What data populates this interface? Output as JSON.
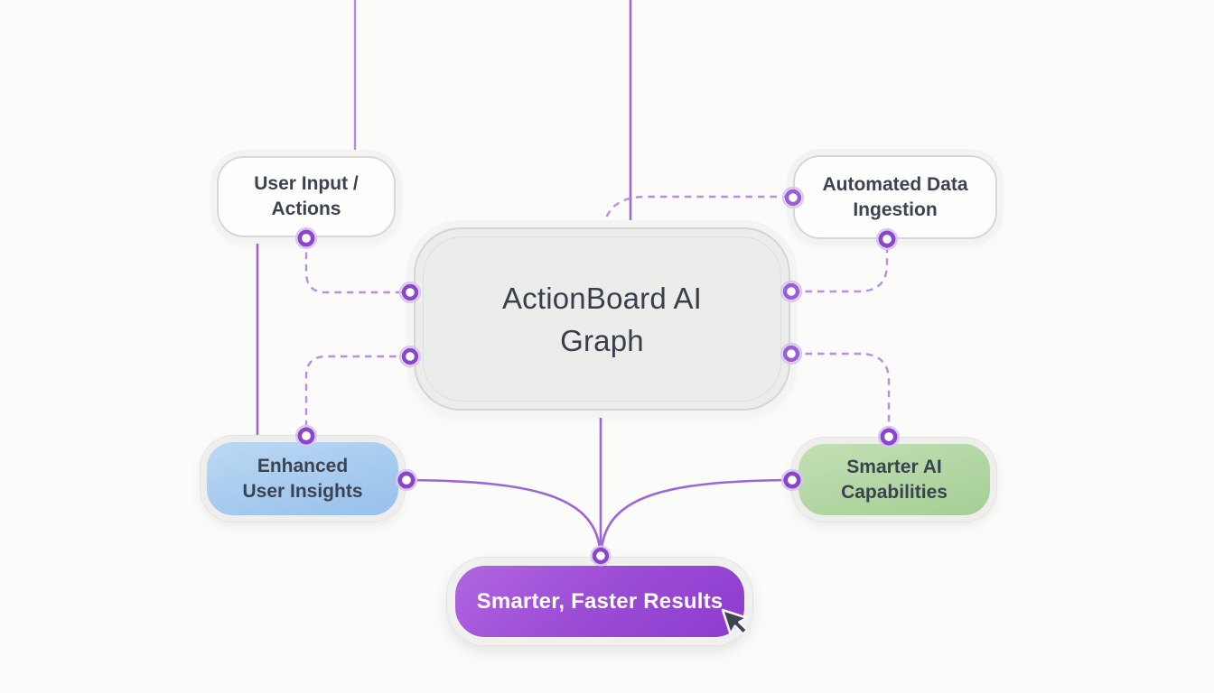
{
  "diagram": {
    "title_node": "ActionBoard AI Graph",
    "nodes": {
      "user_input": {
        "lines": [
          "User Input /",
          "Actions"
        ]
      },
      "automated": {
        "lines": [
          "Automated Data",
          "Ingestion"
        ]
      },
      "center": {
        "lines": [
          "ActionBoard AI",
          "Graph"
        ]
      },
      "insights": {
        "lines": [
          "Enhanced",
          "User Insights"
        ]
      },
      "capabilities": {
        "lines": [
          "Smarter AI",
          "Capabilities"
        ]
      },
      "results": {
        "lines": [
          "Smarter, Faster Results"
        ]
      }
    },
    "colors": {
      "background": "#fbfbf9",
      "edge_solid": "#9c66d9",
      "edge_dashed": "#b98ee3",
      "port_ring": "#8a46cb",
      "port_halo": "#d9c6f2",
      "node_blue": "#a6cbef",
      "node_green": "#b1d6a3",
      "node_purple": "#9a4cd6",
      "node_gray": "#ececea",
      "text_dark": "#3c4350",
      "text_light": "#ffffff"
    }
  }
}
